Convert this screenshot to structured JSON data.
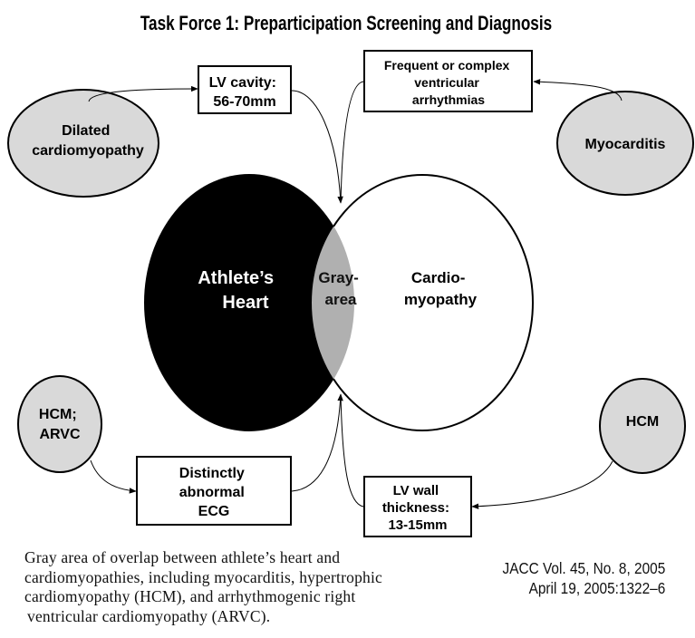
{
  "title": "Task Force 1: Preparticipation Screening and Diagnosis",
  "venn": {
    "left": {
      "label_lines": [
        "Athlete’s",
        "Heart"
      ],
      "fill": "#000000",
      "text_color": "#ffffff"
    },
    "overlap": {
      "label_lines": [
        "Gray-",
        "area"
      ],
      "fill": "#b0b0b0",
      "text_color": "#111111"
    },
    "right": {
      "label_lines": [
        "Cardio-",
        "myopathy"
      ],
      "fill": "#ffffff",
      "text_color": "#000000"
    }
  },
  "conditions": [
    {
      "id": "dilated-cardiomyopathy",
      "label_lines": [
        "Dilated",
        "cardiomyopathy"
      ],
      "fill": "#d9d9d9"
    },
    {
      "id": "myocarditis",
      "label_lines": [
        "Myocarditis"
      ],
      "fill": "#d9d9d9"
    },
    {
      "id": "hcm-arvc",
      "label_lines": [
        "HCM;",
        "ARVC"
      ],
      "fill": "#d9d9d9"
    },
    {
      "id": "hcm",
      "label_lines": [
        "HCM"
      ],
      "fill": "#d9d9d9"
    }
  ],
  "criteria": [
    {
      "id": "lv-cavity",
      "label_lines": [
        "LV cavity:",
        "56-70mm"
      ]
    },
    {
      "id": "ventricular-arrhythmias",
      "label_lines": [
        "Frequent  or complex",
        "ventricular",
        "arrhythmias"
      ]
    },
    {
      "id": "abnormal-ecg",
      "label_lines": [
        "Distinctly",
        "abnormal",
        "ECG"
      ]
    },
    {
      "id": "lv-wall-thickness",
      "label_lines": [
        "LV wall",
        "thickness:",
        "13-15mm"
      ]
    }
  ],
  "caption_lines": [
    "Gray area of overlap between athlete’s heart and",
    "cardiomyopathies, including myocarditis, hypertrophic",
    "cardiomyopathy (HCM), and arrhythmogenic right",
    "ventricular cardiomyopathy (ARVC)."
  ],
  "citation_lines": [
    "JACC Vol. 45, No. 8, 2005",
    "April 19, 2005:1322–6"
  ]
}
